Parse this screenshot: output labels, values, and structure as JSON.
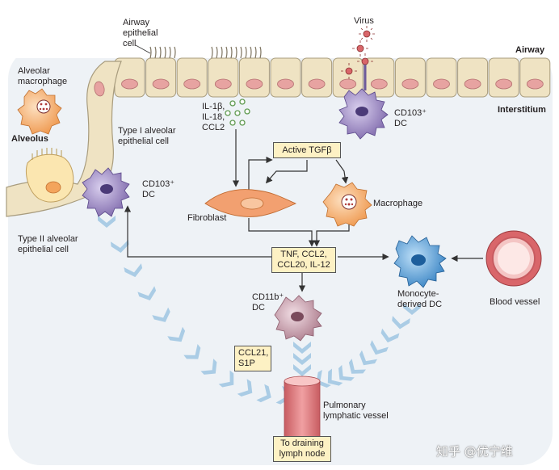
{
  "labels": {
    "airway_epithelial_cell": [
      "Airway",
      "epithelial",
      "cell"
    ],
    "virus": "Virus",
    "airway": "Airway",
    "interstitium": "Interstitium",
    "alveolar_macrophage": [
      "Alveolar",
      "macrophage"
    ],
    "alveolus": "Alveolus",
    "type1_cell": [
      "Type I alveolar",
      "epithelial cell"
    ],
    "cytokines_top": [
      "IL-1β,",
      "IL-18,",
      "CCL2"
    ],
    "cd103_dc_top": [
      "CD103⁺",
      "DC"
    ],
    "cd103_dc_left": [
      "CD103⁺",
      "DC"
    ],
    "active_tgfb": "Active TGFβ",
    "fibroblast": "Fibroblast",
    "macrophage": "Macrophage",
    "type2_cell": [
      "Type II alveolar",
      "epithelial cell"
    ],
    "tnf_box": [
      "TNF, CCL2,",
      "CCL20, IL-12"
    ],
    "monocyte_dc": [
      "Monocyte-",
      "derived DC"
    ],
    "blood_vessel": "Blood vessel",
    "cd11b_dc": [
      "CD11b⁺",
      "DC"
    ],
    "ccl21_box": [
      "CCL21,",
      "S1P"
    ],
    "pulmonary_vessel": [
      "Pulmonary",
      "lymphatic vessel"
    ],
    "lymph_box": [
      "To draining",
      "lymph node"
    ]
  },
  "watermark": "知乎 @优宁维",
  "colors": {
    "background": "#ffffff",
    "cavity": "#eef2f6",
    "epithelium": "#efe3c3",
    "epithelium_border": "#a89c7e",
    "nucleus": "#e7a3a1",
    "dc_purple": "#8b77b8",
    "dc_blue": "#3f8fd0",
    "dc_pink": "#bb8e9c",
    "fibroblast": "#f2a070",
    "macrophage": "#f3a45c",
    "blood_vessel": "#d9666a",
    "lymph_vessel": "#e8878a",
    "chemokine_dot": "#7fb070",
    "box_fill": "#fdf1c4",
    "migration_chevron": "#9ec5e2"
  }
}
